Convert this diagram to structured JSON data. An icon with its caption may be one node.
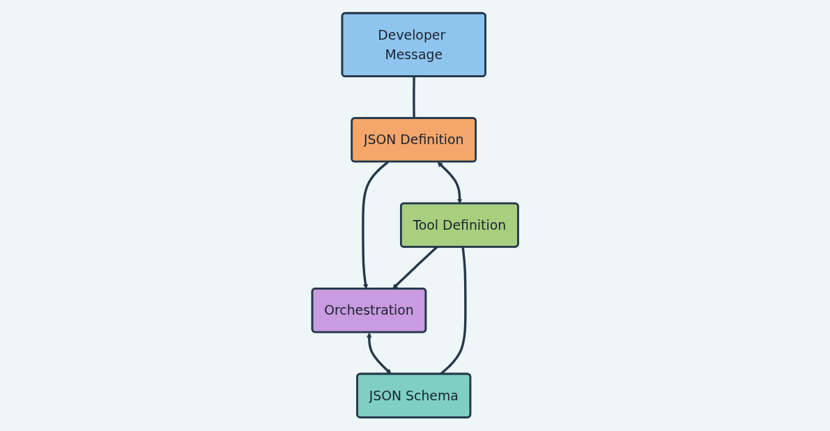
{
  "diagram": {
    "nodes": [
      {
        "text": [
          "Developer Message"
        ]
      },
      {
        "text": [
          "JSON Schema"
        ]
      },
      {
        "text": [
          "JSON Definition"
        ]
      },
      {
        "text": [
          "Tool Definition"
        ]
      },
      {
        "text": [
          "Orchestration"
        ]
      }
    ],
    "edges": [
      {
        "from": 0,
        "to": 2,
        "arrow": "none"
      },
      {
        "from": 1,
        "to": 3,
        "arrow": "none"
      },
      {
        "from": 2,
        "to": 3,
        "arrow": "both"
      },
      {
        "from": 4,
        "to": 1,
        "arrow": "both"
      },
      {
        "from": 2,
        "to": 4,
        "arrow": "to"
      },
      {
        "from": 3,
        "to": 4,
        "arrow": "to"
      }
    ]
  }
}
